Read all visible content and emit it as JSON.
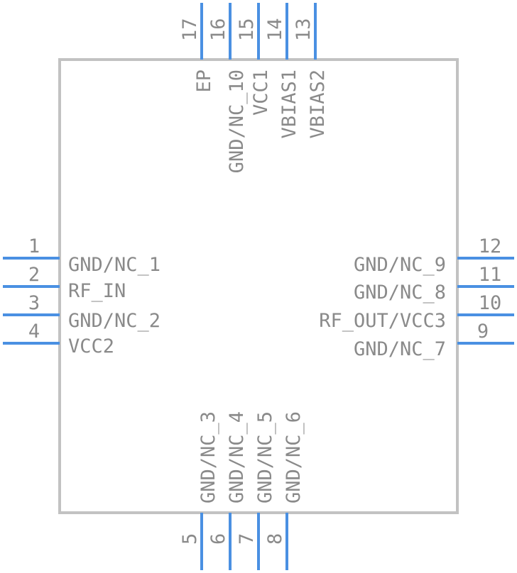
{
  "pins": {
    "left": [
      {
        "number": "1",
        "name": "GND/NC_1"
      },
      {
        "number": "2",
        "name": "RF_IN"
      },
      {
        "number": "3",
        "name": "GND/NC_2"
      },
      {
        "number": "4",
        "name": "VCC2"
      }
    ],
    "bottom": [
      {
        "number": "5",
        "name": "GND/NC_3"
      },
      {
        "number": "6",
        "name": "GND/NC_4"
      },
      {
        "number": "7",
        "name": "GND/NC_5"
      },
      {
        "number": "8",
        "name": "GND/NC_6"
      }
    ],
    "right": [
      {
        "number": "9",
        "name": "GND/NC_7"
      },
      {
        "number": "10",
        "name": "RF_OUT/VCC3"
      },
      {
        "number": "11",
        "name": "GND/NC_8"
      },
      {
        "number": "12",
        "name": "GND/NC_9"
      }
    ],
    "top": [
      {
        "number": "13",
        "name": "VBIAS2"
      },
      {
        "number": "14",
        "name": "VBIAS1"
      },
      {
        "number": "15",
        "name": "VCC1"
      },
      {
        "number": "16",
        "name": "GND/NC_10"
      },
      {
        "number": "17",
        "name": "EP"
      }
    ]
  },
  "colors": {
    "pin": "#4a90e2",
    "body": "#c2c2c2",
    "text": "#8a8a8a"
  }
}
